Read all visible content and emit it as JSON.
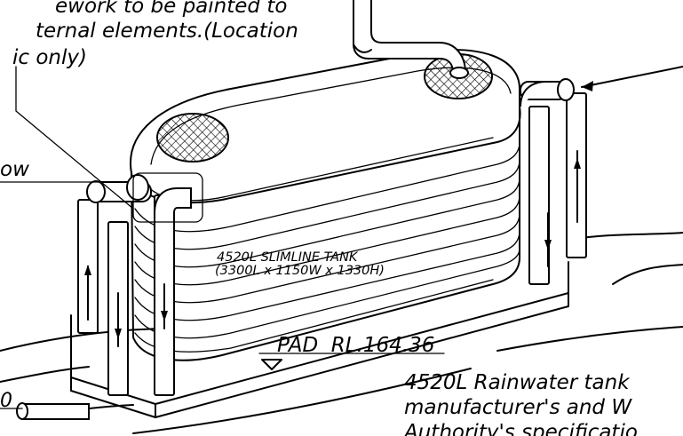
{
  "notes": {
    "note_top_line1": "ework to be painted to",
    "note_top_line2": "ternal elements.(Location",
    "note_top_line3": "ic only)",
    "left_fragment": "ow",
    "left_bottom_fragment": "0"
  },
  "tank": {
    "label_line1": "4520L SLIMLINE TANK",
    "label_line2": "(3300L x 1150W x 1330H)"
  },
  "pad": {
    "label": "PAD  RL.164.36"
  },
  "spec": {
    "line1": "4520L Rainwater tank",
    "line2": "manufacturer's and W",
    "line3": "Authority's specificatio"
  }
}
